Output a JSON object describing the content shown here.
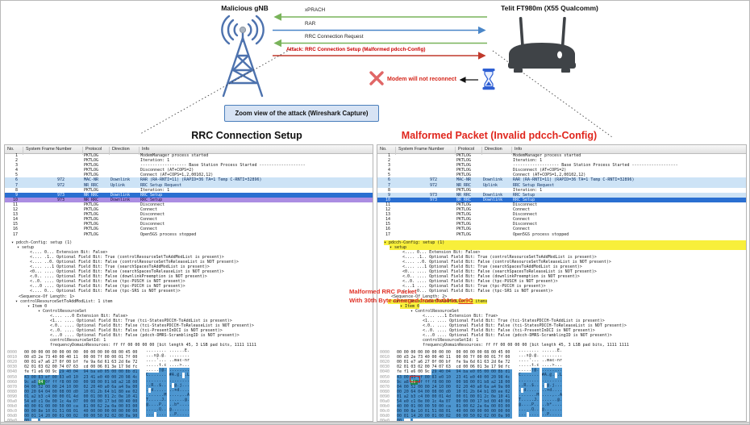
{
  "diagram": {
    "gnb_label": "Malicious gNB",
    "modem_label": "Telit FT980m (X55 Qualcomm)",
    "messages": [
      {
        "label": "xPRACH",
        "direction": "to-gnb",
        "color": "#79b35a"
      },
      {
        "label": "RAR",
        "direction": "to-modem",
        "color": "#4a86c8"
      },
      {
        "label": "RRC Connection Request",
        "direction": "to-gnb",
        "color": "#79b35a"
      },
      {
        "label": "Attack: RRC Connection Setup (Malformed pdcch-Config)",
        "direction": "to-modem",
        "color": "#c0392b"
      }
    ],
    "no_reconnect_text": "Modem will not reconnect",
    "zoom_box_label": "Zoom view of the attack (Wireshark Capture)",
    "icons": [
      "cell-tower-icon",
      "router-icon",
      "red-x-icon",
      "hourglass-icon"
    ]
  },
  "annotation": {
    "line1": "Malformed RRC Packet",
    "line2_prefix": "With 30th Byte changed from ",
    "old_value": "0x04",
    "line2_mid": " to ",
    "new_value": "0x9C"
  },
  "colors": {
    "attack_red": "#cc0000",
    "malformed_title_red": "#e0271e",
    "green_arrow": "#79b35a",
    "blue_arrow": "#4a86c8",
    "hex_selection_blue": "#4d96d0",
    "field_green": "#1f8a4c",
    "highlight_yellow": "#f8ef3b",
    "row_lightblue": "#cde3f6",
    "row_selected_blue": "#2a6fd1",
    "row_violet": "#ab8de2",
    "tower_blue": "#4d72ae",
    "router_gray": "#3f4347",
    "hourglass_blue": "#2e5fd3"
  },
  "left_panel": {
    "title": "RRC Connection Setup",
    "columns": [
      "No.",
      "System Frame Number",
      "Protocol",
      "Direction",
      "Info"
    ],
    "rows": [
      {
        "no": "1",
        "sfn": "",
        "proto": "PKTLOG",
        "dir": "",
        "info": "ModemManager process started",
        "hl": ""
      },
      {
        "no": "2",
        "sfn": "",
        "proto": "PKTLOG",
        "dir": "",
        "info": "Iteration: 1",
        "hl": ""
      },
      {
        "no": "3",
        "sfn": "",
        "proto": "PKTLOG",
        "dir": "",
        "info": "------------------- Base Station Process Started -------------------",
        "hl": ""
      },
      {
        "no": "4",
        "sfn": "",
        "proto": "PKTLOG",
        "dir": "",
        "info": "Disconnect (AT+COPS=2)",
        "hl": ""
      },
      {
        "no": "5",
        "sfn": "",
        "proto": "PKTLOG",
        "dir": "",
        "info": "Connect (AT+COPS=1,2,00102,12)",
        "hl": ""
      },
      {
        "no": "6",
        "sfn": "972",
        "proto": "MAC-NR",
        "dir": "Downlink",
        "info": "RAR (RA-RNTI=11) (RAPID=36 TA=1 Temp C-RNTI=32896)",
        "hl": "lb"
      },
      {
        "no": "7",
        "sfn": "972",
        "proto": "NR RRC",
        "dir": "Uplink",
        "info": "RRC Setup Request",
        "hl": "lb"
      },
      {
        "no": "8",
        "sfn": "",
        "proto": "PKTLOG",
        "dir": "",
        "info": "Iteration: 1",
        "hl": ""
      },
      {
        "no": "9",
        "sfn": "973",
        "proto": "NR RRC",
        "dir": "Downlink",
        "info": "RRC Setup",
        "hl": "selr"
      },
      {
        "no": "10",
        "sfn": "973",
        "proto": "NR RRC",
        "dir": "Downlink",
        "info": "RRC Setup",
        "hl": "vio"
      },
      {
        "no": "11",
        "sfn": "",
        "proto": "PKTLOG",
        "dir": "",
        "info": "Disconnect",
        "hl": ""
      },
      {
        "no": "12",
        "sfn": "",
        "proto": "PKTLOG",
        "dir": "",
        "info": "Connect",
        "hl": ""
      },
      {
        "no": "13",
        "sfn": "",
        "proto": "PKTLOG",
        "dir": "",
        "info": "Disconnect",
        "hl": ""
      },
      {
        "no": "14",
        "sfn": "",
        "proto": "PKTLOG",
        "dir": "",
        "info": "Connect",
        "hl": ""
      },
      {
        "no": "15",
        "sfn": "",
        "proto": "PKTLOG",
        "dir": "",
        "info": "Disconnect",
        "hl": ""
      },
      {
        "no": "16",
        "sfn": "",
        "proto": "PKTLOG",
        "dir": "",
        "info": "Connect",
        "hl": ""
      },
      {
        "no": "17",
        "sfn": "",
        "proto": "PKTLOG",
        "dir": "",
        "info": "Open5GS process stopped",
        "hl": ""
      }
    ],
    "tree": [
      {
        "ind": 8,
        "exp": true,
        "t": "pdcch-Config: setup (1)"
      },
      {
        "ind": 15,
        "exp": true,
        "t": "setup"
      },
      {
        "ind": 31,
        "t": "<.... 0... Extension Bit: False>"
      },
      {
        "ind": 31,
        "t": "<.... .1.. Optional Field Bit: True (controlResourceSetToAddModList is present)>"
      },
      {
        "ind": 31,
        "t": "<.... ..0. Optional Field Bit: False (controlResourceSetToReleaseList is NOT present)>"
      },
      {
        "ind": 31,
        "t": "<.... ...1 Optional Field Bit: True (searchSpacesToAddModList is present)>"
      },
      {
        "ind": 31,
        "t": "<0... .... Optional Field Bit: False (searchSpacesToReleaseList is NOT present)>"
      },
      {
        "ind": 31,
        "t": "<.0.. .... Optional Field Bit: False (downlinkPreemption is NOT present)>"
      },
      {
        "ind": 31,
        "t": "<..0. .... Optional Field Bit: False (tpc-PUSCH is NOT present)>"
      },
      {
        "ind": 31,
        "t": "<...0 .... Optional Field Bit: False (tpc-PUCCH is NOT present)>"
      },
      {
        "ind": 31,
        "t": "<.... 0... Optional Field Bit: False (tpc-SRS is NOT present)>"
      },
      {
        "ind": 17,
        "t": "<Sequence-Of Length: 1>"
      },
      {
        "ind": 13,
        "exp": true,
        "t": "controlResourceSetToAddModList: 1 item"
      },
      {
        "ind": 28,
        "exp": true,
        "t": "Item 0"
      },
      {
        "ind": 41,
        "exp": true,
        "t": "ControlResourceSet"
      },
      {
        "ind": 56,
        "t": "<.... ...0 Extension Bit: False>"
      },
      {
        "ind": 56,
        "t": "<1... .... Optional Field Bit: True (tci-StatesPDCCH-ToAddList is present)>"
      },
      {
        "ind": 56,
        "t": "<.0.. .... Optional Field Bit: False (tci-StatesPDCCH-ToReleaseList is NOT present)>"
      },
      {
        "ind": 56,
        "t": "<..0. .... Optional Field Bit: False (tci-PresentInDCI is NOT present)>"
      },
      {
        "ind": 56,
        "t": "<...0 .... Optional Field Bit: False (pdcch-DMRS-ScramblingID is NOT present)>"
      },
      {
        "ind": 56,
        "t": "controlResourceSetId: 1"
      },
      {
        "ind": 56,
        "t": "frequencyDomainResources: ff ff 00 00 00 00 [bit length 45, 3 LSB pad bits, 1111 1111"
      }
    ],
    "hex": {
      "sel_start": [
        4,
        5
      ],
      "green": [
        6,
        2
      ],
      "rows": [
        {
          "off": "0000",
          "bytes": "00 00 00 00 00 00 00 00 00 00 00 00 08 00 45 00",
          "ascii": "........ ......E."
        },
        {
          "off": "0010",
          "bytes": "00 d3 2e 73 40 00 40 11 00 00 7f 00 00 01 7f 00",
          "ascii": "...s@.@. ........"
        },
        {
          "off": "0020",
          "bytes": "00 01 e7 a6 27 0f 00 bf fe 9a 6d 61 63 2d 6e 72",
          "ascii": "....'... ..mac-nr"
        },
        {
          "off": "0030",
          "bytes": "02 01 03 02 00 74 07 63 cd 00 06 01 3e 17 9d fc",
          "ascii": ".....t.c ....>..."
        },
        {
          "off": "0040",
          "bytes": "fe f1 e6 00 9c 29 40 04 94 ba e0 05 00 00 8b d1",
          "ascii": ".....)@. ........"
        },
        {
          "off": "0050",
          "bytes": "43 00 83 ef 00 83 e0 10 23 41 e0 40 00 20 98 4c",
          "ascii": "C....... #A.@. .L"
        },
        {
          "off": "0060",
          "bytes": "9c a8 04 0f ff f8 00 00 00 98 00 01 b8 a2 18 00",
          "ascii": "........ ........"
        },
        {
          "off": "0070",
          "bytes": "04 00 52 00 00 24 10 00 02 20 40 a0 6a a4 9a 00",
          "ascii": "..R..$.. . @.j..."
        },
        {
          "off": "0080",
          "bytes": "00 20 64 04 00 08 00 d0 10 01 2b 64 b1 80 ee 02",
          "ascii": ". d..... ..+d...."
        },
        {
          "off": "0090",
          "bytes": "01 a2 b3 c4 00 00 01 4d 00 01 00 01 2c 0e 10 41",
          "ascii": ".......M ....,..A"
        },
        {
          "off": "00a0",
          "bytes": "54 e0 c1 0e 00 1c 4a 07 00 00 00 17 bd 00 40 00",
          "ascii": "T.....J. ......@."
        },
        {
          "off": "00b0",
          "bytes": "40 00 01 00 00 50 00 ca 81 00 62 2a 0a 00 03 00",
          "ascii": "@....P.. ..b*...."
        },
        {
          "off": "00c0",
          "bytes": "00 00 8e 10 01 51 08 01 40 00 00 00 00 00 00 00",
          "ascii": ".....Q.. @......."
        },
        {
          "off": "00d0",
          "bytes": "00 01 14 20 00 01 00 02 00 00 50 02 02 00 0a 90",
          "ascii": "... .... ..P....."
        },
        {
          "off": "00e0",
          "bytes": "00",
          "ascii": "."
        }
      ]
    }
  },
  "right_panel": {
    "title": "Malformed Packet (Invalid pdcch-Config)",
    "columns": [
      "No.",
      "System Frame Number",
      "Protocol",
      "Direction",
      "Info"
    ],
    "rows": [
      {
        "no": "1",
        "sfn": "",
        "proto": "PKTLOG",
        "dir": "",
        "info": "ModemManager process started",
        "hl": ""
      },
      {
        "no": "2",
        "sfn": "",
        "proto": "PKTLOG",
        "dir": "",
        "info": "Iteration: 1",
        "hl": ""
      },
      {
        "no": "3",
        "sfn": "",
        "proto": "PKTLOG",
        "dir": "",
        "info": "------------------- Base Station Process Started -------------------",
        "hl": ""
      },
      {
        "no": "4",
        "sfn": "",
        "proto": "PKTLOG",
        "dir": "",
        "info": "Disconnect (AT+COPS=2)",
        "hl": ""
      },
      {
        "no": "5",
        "sfn": "",
        "proto": "PKTLOG",
        "dir": "",
        "info": "Connect (AT+COPS=1,2,00102,12)",
        "hl": ""
      },
      {
        "no": "6",
        "sfn": "972",
        "proto": "MAC-NR",
        "dir": "Downlink",
        "info": "RAR (RA-RNTI=11) (RAPID=36 TA=1 Temp C-RNTI=32896)",
        "hl": "lb"
      },
      {
        "no": "7",
        "sfn": "972",
        "proto": "NR RRC",
        "dir": "Uplink",
        "info": "RRC Setup Request",
        "hl": "lb"
      },
      {
        "no": "8",
        "sfn": "",
        "proto": "PKTLOG",
        "dir": "",
        "info": "Iteration: 1",
        "hl": ""
      },
      {
        "no": "9",
        "sfn": "973",
        "proto": "NR RRC",
        "dir": "Downlink",
        "info": "RRC Setup",
        "hl": "lb"
      },
      {
        "no": "10",
        "sfn": "973",
        "proto": "NR RRC",
        "dir": "Downlink",
        "info": "RRC Setup",
        "hl": "selr"
      },
      {
        "no": "11",
        "sfn": "",
        "proto": "PKTLOG",
        "dir": "",
        "info": "Disconnect",
        "hl": ""
      },
      {
        "no": "12",
        "sfn": "",
        "proto": "PKTLOG",
        "dir": "",
        "info": "Connect",
        "hl": ""
      },
      {
        "no": "13",
        "sfn": "",
        "proto": "PKTLOG",
        "dir": "",
        "info": "Disconnect",
        "hl": ""
      },
      {
        "no": "14",
        "sfn": "",
        "proto": "PKTLOG",
        "dir": "",
        "info": "Connect",
        "hl": ""
      },
      {
        "no": "15",
        "sfn": "",
        "proto": "PKTLOG",
        "dir": "",
        "info": "Disconnect",
        "hl": ""
      },
      {
        "no": "16",
        "sfn": "",
        "proto": "PKTLOG",
        "dir": "",
        "info": "Connect",
        "hl": ""
      },
      {
        "no": "17",
        "sfn": "",
        "proto": "PKTLOG",
        "dir": "",
        "info": "Open5GS process stopped",
        "hl": ""
      }
    ],
    "tree": [
      {
        "ind": 8,
        "exp": true,
        "t": "pdcch-Config: setup (1)",
        "hl": "full"
      },
      {
        "ind": 15,
        "exp": true,
        "t": "setup",
        "hl": "full"
      },
      {
        "ind": 31,
        "t": "<.... 0... Extension Bit: False>"
      },
      {
        "ind": 31,
        "t": "<.... .1.. Optional Field Bit: True (controlResourceSetToAddModList is present)>"
      },
      {
        "ind": 31,
        "t": "<.... ..0. Optional Field Bit: False (controlResourceSetToReleaseList is NOT present)>"
      },
      {
        "ind": 31,
        "t": "<.... ...1 Optional Field Bit: True (searchSpacesToAddModList is present)>"
      },
      {
        "ind": 31,
        "t": "<0... .... Optional Field Bit: False (searchSpacesToReleaseList is NOT present)>"
      },
      {
        "ind": 31,
        "t": "<.0.. .... Optional Field Bit: False (downlinkPreemption is NOT present)>"
      },
      {
        "ind": 31,
        "t": "<..0. .... Optional Field Bit: False (tpc-PUSCH is NOT present)>"
      },
      {
        "ind": 31,
        "t": "<...1 .... Optional Field Bit: True (tpc-PUCCH is present)>"
      },
      {
        "ind": 31,
        "t": "<.... 0... Optional Field Bit: False (tpc-SRS is NOT present)>"
      },
      {
        "ind": 17,
        "t": "<Sequence-Of Length: 2>"
      },
      {
        "ind": 13,
        "exp": true,
        "t": "controlResourceSetToAddModList: 2 items",
        "hl": "text"
      },
      {
        "ind": 28,
        "exp": true,
        "t": "Item 0",
        "hl": "text"
      },
      {
        "ind": 41,
        "exp": true,
        "t": "ControlResourceSet"
      },
      {
        "ind": 56,
        "t": "<.... ...1 Extension Bit: True>"
      },
      {
        "ind": 56,
        "t": "<1... .... Optional Field Bit: True (tci-StatesPDCCH-ToAddList is present)>"
      },
      {
        "ind": 56,
        "t": "<.0.. .... Optional Field Bit: False (tci-StatesPDCCH-ToReleaseList is NOT present)>"
      },
      {
        "ind": 56,
        "t": "<..0. .... Optional Field Bit: False (tci-PresentInDCI is NOT present)>"
      },
      {
        "ind": 56,
        "t": "<...0 .... Optional Field Bit: False (pdcch-DMRS-ScramblingID is NOT present)>"
      },
      {
        "ind": 56,
        "t": "controlResourceSetId: 1"
      },
      {
        "ind": 56,
        "t": "frequencyDomainResources: ff ff 00 00 00 00 [bit length 45, 3 LSB pad bits, 1111 1111"
      }
    ],
    "hex": {
      "sel_start": [
        4,
        5
      ],
      "green": [
        6,
        2
      ],
      "red_box": [
        6,
        2
      ],
      "rows": [
        {
          "off": "0000",
          "bytes": "00 00 00 00 00 00 00 00 00 00 00 00 08 00 45 00",
          "ascii": "........ ......E."
        },
        {
          "off": "0010",
          "bytes": "00 d3 2e 73 40 00 40 11 00 00 7f 00 00 01 7f 00",
          "ascii": "...s@.@. ........"
        },
        {
          "off": "0020",
          "bytes": "00 01 e7 a6 27 0f 00 bf fe 9a 6d 61 63 2d 6e 72",
          "ascii": "....'... ..mac-nr"
        },
        {
          "off": "0030",
          "bytes": "02 01 03 02 00 74 07 63 cd 00 06 01 3e 17 9d fc",
          "ascii": ".....t.c ....>..."
        },
        {
          "off": "0040",
          "bytes": "fe f1 e6 00 9c 29 40 04 94 ba e0 05 00 00 8b d1",
          "ascii": ".....)@. ........"
        },
        {
          "off": "0050",
          "bytes": "43 00 83 ef 00 83 e0 10 23 41 e0 40 00 20 98 4c",
          "ascii": "C....... #A.@. .L"
        },
        {
          "off": "0060",
          "bytes": "9c a8 9c 0f ff f8 00 00 00 98 00 01 b8 a2 18 00",
          "ascii": "........ ........"
        },
        {
          "off": "0070",
          "bytes": "04 00 52 00 00 24 10 00 02 20 40 a0 6a a4 9a 00",
          "ascii": "..R..$.. . @.j..."
        },
        {
          "off": "0080",
          "bytes": "00 20 64 04 00 08 00 d0 10 01 2b 64 b1 80 ee 02",
          "ascii": ". d..... ..+d...."
        },
        {
          "off": "0090",
          "bytes": "01 a2 b3 c4 00 00 01 4d 00 01 00 01 2c 0e 10 41",
          "ascii": ".......M ....,..A"
        },
        {
          "off": "00a0",
          "bytes": "54 e0 c1 0e 00 1c 4a 07 00 00 00 17 bd 00 40 00",
          "ascii": "T.....J. ......@."
        },
        {
          "off": "00b0",
          "bytes": "40 00 01 00 00 50 00 ca 81 00 62 2a 0a 00 03 00",
          "ascii": "@....P.. ..b*...."
        },
        {
          "off": "00c0",
          "bytes": "00 00 8e 10 01 51 08 01 40 00 00 00 00 00 00 00",
          "ascii": ".....Q.. @......."
        },
        {
          "off": "00d0",
          "bytes": "00 01 14 20 00 01 00 02 00 00 50 02 02 00 0a 90",
          "ascii": "... .... ..P....."
        },
        {
          "off": "00e0",
          "bytes": "00",
          "ascii": "."
        }
      ]
    }
  }
}
